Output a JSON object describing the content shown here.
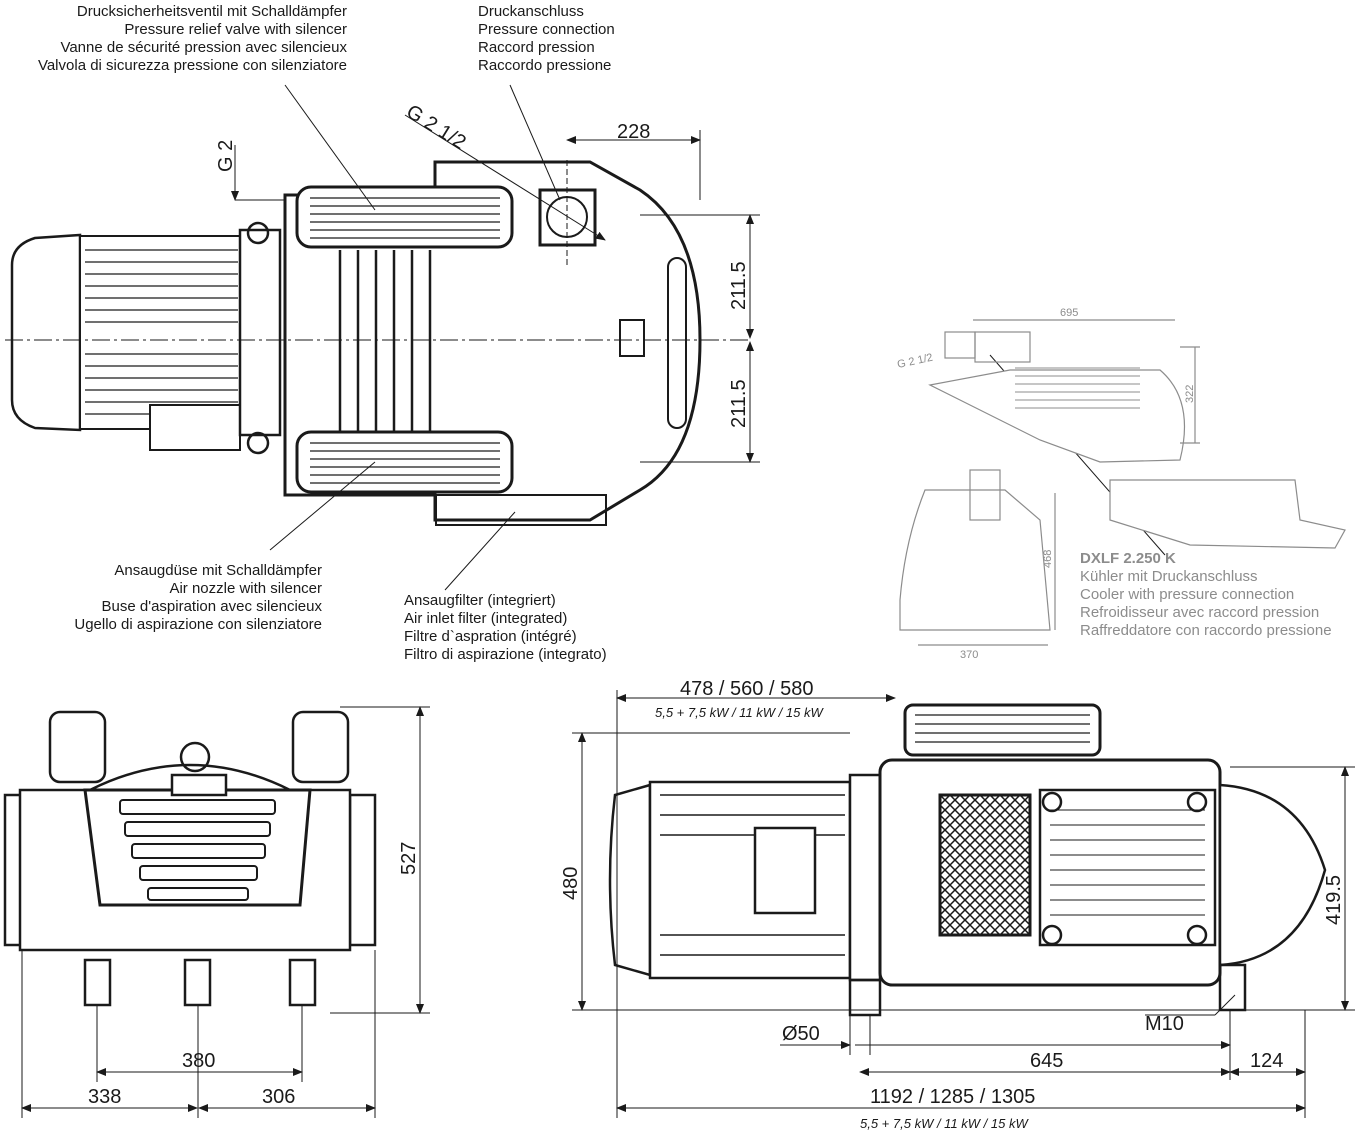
{
  "callouts": {
    "pressure_relief_valve": [
      "Drucksicherheitsventil mit Schalldämpfer",
      "Pressure relief valve with silencer",
      "Vanne de sécurité pression avec silencieux",
      "Valvola di sicurezza pressione con silenziatore"
    ],
    "pressure_connection": [
      "Druckanschluss",
      "Pressure connection",
      "Raccord pression",
      "Raccordo pressione"
    ],
    "air_nozzle": [
      "Ansaugdüse mit Schalldämpfer",
      "Air nozzle with silencer",
      "Buse d'aspiration avec silencieux",
      "Ugello di aspirazione con silenziatore"
    ],
    "air_inlet_filter": [
      "Ansaugfilter (integriert)",
      "Air inlet filter (integrated)",
      "Filtre d`aspration (intégré)",
      "Filtro di aspirazione (integrato)"
    ],
    "cooler": [
      "DXLF 2.250 K",
      "Kühler mit Druckanschluss",
      "Cooler with pressure connection",
      "Refroidisseur avec raccord pression",
      "Raffreddatore con raccordo pressione"
    ]
  },
  "dimensions": {
    "top_view": {
      "thread_inlet": "G 2",
      "thread_outlet": "G 2 1/2",
      "outlet_offset": "228",
      "half_width_upper": "211.5",
      "half_width_lower": "211.5"
    },
    "cooler_view": {
      "thread": "G 2 1/2",
      "length": "695",
      "height": "322",
      "side_height": "468",
      "side_width": "370"
    },
    "front_view": {
      "height": "527",
      "foot_spacing": "380",
      "left": "338",
      "right": "306"
    },
    "side_view": {
      "motor_length": "478 / 560 / 580",
      "motor_length_power": "5,5 + 7,5 kW / 11 kW / 15 kW",
      "height": "480",
      "axis_height": "419.5",
      "shaft": "Ø50",
      "thread": "M10",
      "foot_to_foot": "645",
      "rear_overhang": "124",
      "total_length": "1192 / 1285 / 1305",
      "total_length_power": "5,5 + 7,5 kW / 11 kW / 15 kW"
    }
  },
  "colors": {
    "line": "#1a1a1a",
    "grey": "#8c8c8c",
    "body": "#2a2a2a"
  }
}
